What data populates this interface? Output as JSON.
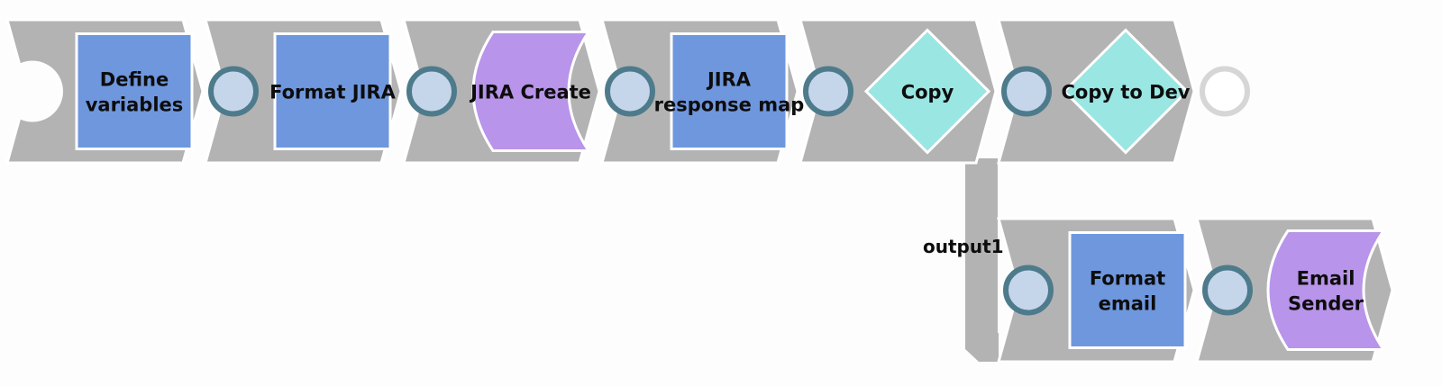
{
  "pipeline": {
    "main_row": [
      {
        "name": "snap-define-variables",
        "lines": [
          "Define",
          "variables"
        ],
        "shape": "script",
        "color": "#6f97de"
      },
      {
        "name": "snap-format-jira",
        "lines": [
          "Format JIRA"
        ],
        "shape": "script",
        "color": "#6f97de"
      },
      {
        "name": "snap-jira-create",
        "lines": [
          "JIRA Create"
        ],
        "shape": "write",
        "color": "#b894ea"
      },
      {
        "name": "snap-jira-response-map",
        "lines": [
          "JIRA",
          "response map"
        ],
        "shape": "script",
        "color": "#6f97de"
      },
      {
        "name": "snap-copy",
        "lines": [
          "Copy"
        ],
        "shape": "flow",
        "color": "#99e6e2"
      },
      {
        "name": "snap-copy-to-dev",
        "lines": [
          "Copy to Dev"
        ],
        "shape": "flow",
        "color": "#99e6e2"
      }
    ],
    "branch_row": [
      {
        "name": "snap-format-email",
        "lines": [
          "Format",
          "email"
        ],
        "shape": "script",
        "color": "#6f97de"
      },
      {
        "name": "snap-email-sender",
        "lines": [
          "Email",
          "Sender"
        ],
        "shape": "write",
        "color": "#b894ea"
      }
    ],
    "branch_output_label": "output1"
  },
  "colors": {
    "segment": "#b3b3b3",
    "port_fill": "#c6d6ea",
    "port_ring": "#4e7b8c",
    "open_port_ring": "#d6d6d6",
    "border": "#ffffff"
  }
}
